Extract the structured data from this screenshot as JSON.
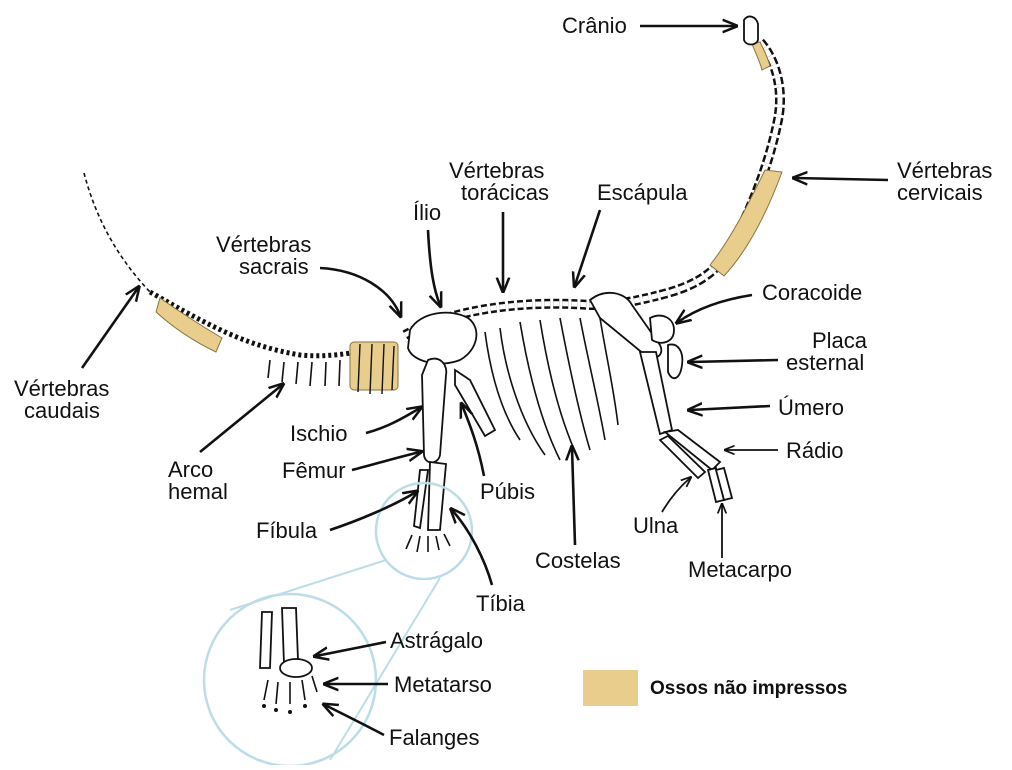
{
  "labels": {
    "cranio": "Crânio",
    "vertebras_cervicais": [
      "Vértebras",
      "cervicais"
    ],
    "vertebras_toracicas": [
      "Vértebras",
      "torácicas"
    ],
    "escapula": "Escápula",
    "ilio": "Ílio",
    "vertebras_sacrais": [
      "Vértebras",
      "sacrais"
    ],
    "coracoide": "Coracoide",
    "placa_esternal": [
      "Placa",
      "esternal"
    ],
    "umero": "Úmero",
    "radio": "Rádio",
    "ulna": "Ulna",
    "metacarpo": "Metacarpo",
    "vertebras_caudais": [
      "Vértebras",
      "caudais"
    ],
    "ischio": "Ischio",
    "femur": "Fêmur",
    "arco_hemal": [
      "Arco",
      "hemal"
    ],
    "pubis": "Púbis",
    "fibula": "Fíbula",
    "costelas": "Costelas",
    "tibia": "Tíbia",
    "astragalo": "Astrágalo",
    "metatarso": "Metatarso",
    "falanges": "Falanges"
  },
  "legend": {
    "label": "Ossos não impressos",
    "color": "#e8cd8c"
  },
  "colors": {
    "highlight": "#e8cd8c",
    "zoom_circle": "#bcdce8"
  }
}
